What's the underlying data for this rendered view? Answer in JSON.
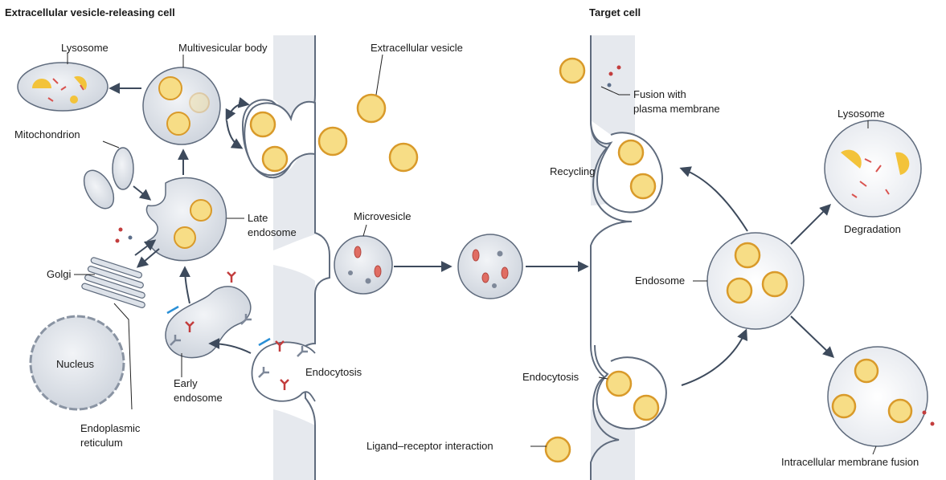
{
  "headers": {
    "releasing_cell": "Extracellular vesicle-releasing cell",
    "target_cell": "Target cell"
  },
  "labels": {
    "lysosome_left": "Lysosome",
    "multivesicular_body": "Multivesicular body",
    "extracellular_vesicle": "Extracellular vesicle",
    "mitochondrion": "Mitochondrion",
    "late_endosome_1": "Late",
    "late_endosome_2": "endosome",
    "golgi": "Golgi",
    "nucleus": "Nucleus",
    "er_1": "Endoplasmic",
    "er_2": "reticulum",
    "early_endosome_1": "Early",
    "early_endosome_2": "endosome",
    "endocytosis_left": "Endocytosis",
    "microvesicle": "Microvesicle",
    "fusion_1": "Fusion with",
    "fusion_2": "plasma membrane",
    "recycling": "Recycling",
    "lysosome_right": "Lysosome",
    "degradation": "Degradation",
    "endosome": "Endosome",
    "endocytosis_right": "Endocytosis",
    "ligand_receptor": "Ligand–receptor interaction",
    "intracellular_fusion": "Intracellular membrane fusion"
  },
  "colors": {
    "cytoplasm": "#e7eaef",
    "membrane_fill": "#cfd5de",
    "membrane_stroke": "#5f6b7d",
    "vesicle_fill": "#f7dd86",
    "vesicle_stroke": "#d99a2a",
    "protein_red": "#d9534f",
    "protein_grey": "#8c96a5",
    "arrow": "#3d4a5c"
  }
}
